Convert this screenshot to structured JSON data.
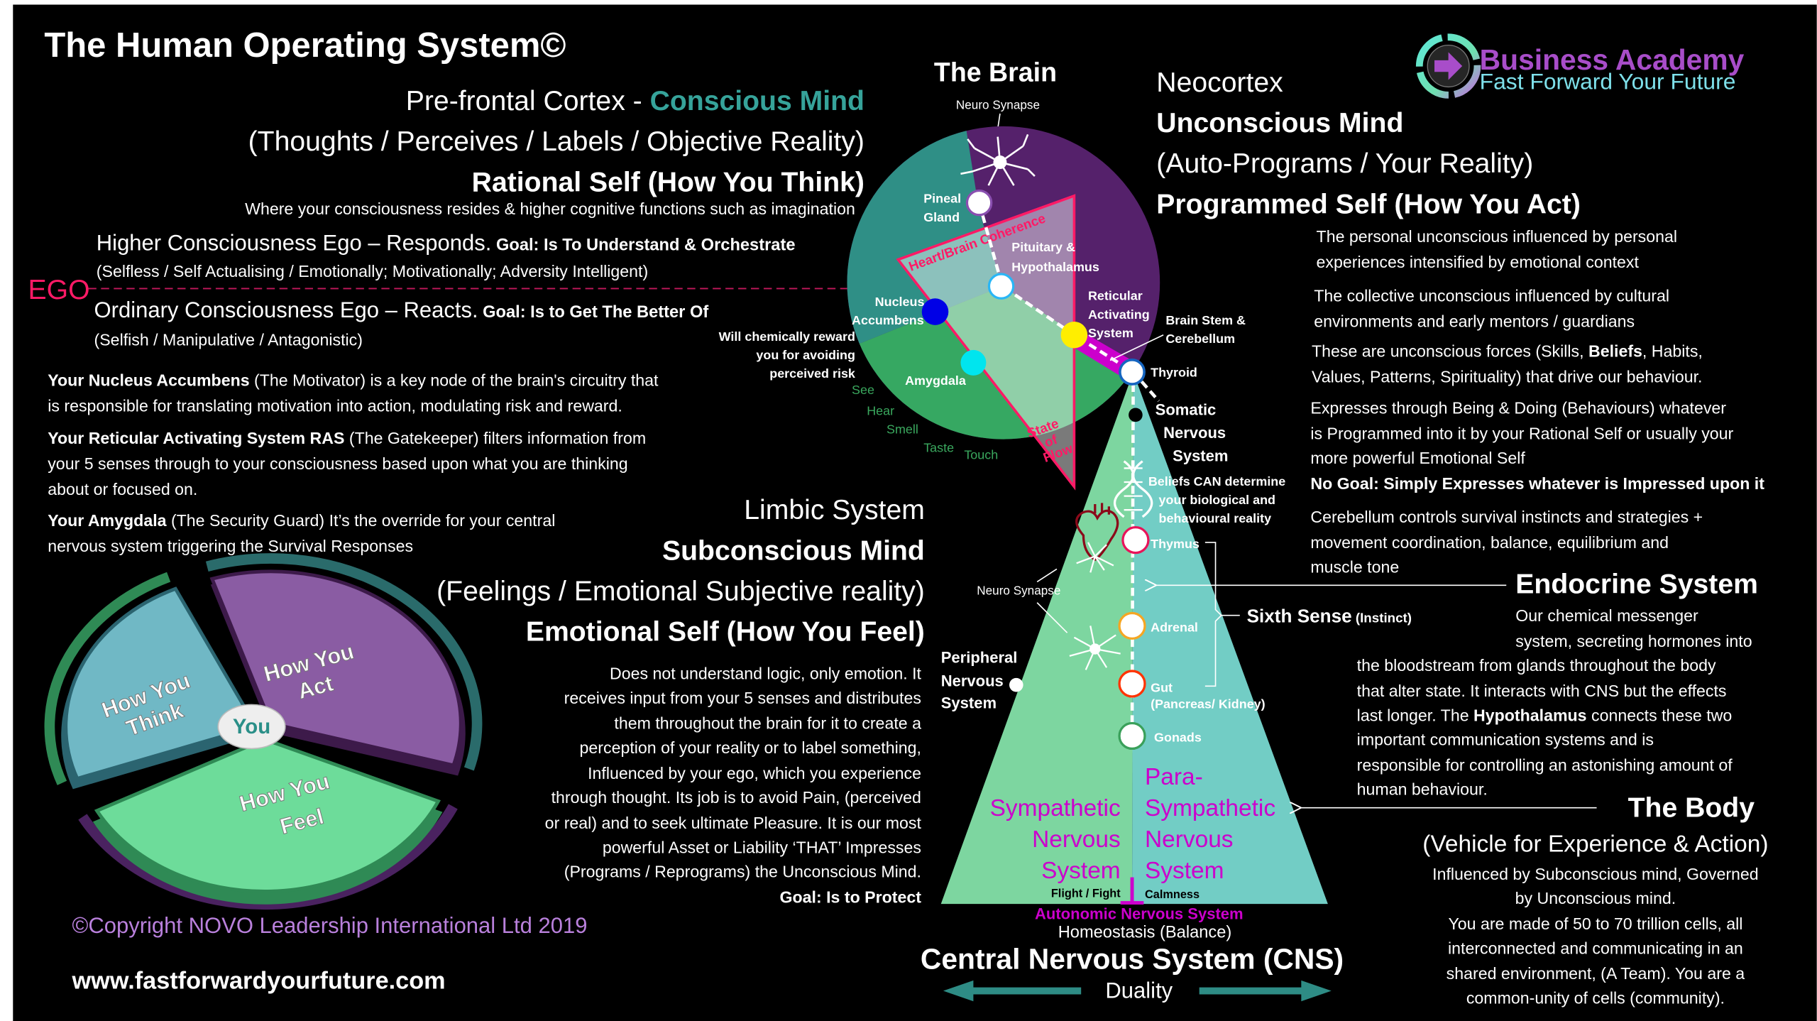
{
  "title": "The Human Operating System©",
  "logo": {
    "name": "Business Academy",
    "tagline": "Fast Forward Your Future",
    "icon": "right-arrow-icon"
  },
  "colors": {
    "background": "#000000",
    "conscious": "#36a39a",
    "unconscious": "#b980dc",
    "subconscious": "#3dbb68",
    "ego": "#ff1a66",
    "autonomic": "#cc00cc"
  },
  "conscious": {
    "prefix": "Pre-frontal Cortex - ",
    "mind": "Conscious Mind",
    "traits": "(Thoughts / Perceives / Labels / Objective Reality)",
    "self": "Rational Self (How You Think)",
    "desc": "Where your consciousness resides & higher cognitive functions such as imagination"
  },
  "ego": {
    "label": "EGO",
    "higher": {
      "title": "Higher Consciousness Ego – Responds.",
      "goal": " Goal: Is To Understand & Orchestrate",
      "traits": "(Selfless / Self Actualising / Emotionally; Motivationally; Adversity Intelligent)"
    },
    "ordinary": {
      "title": "Ordinary Consciousness Ego – Reacts.",
      "goal": " Goal: Is to Get The Better Of",
      "traits": "(Selfish / Manipulative / Antagonistic)"
    }
  },
  "left_paragraphs": [
    {
      "bold": "Your Nucleus Accumbens",
      "lines": [
        " (The Motivator) is a key node of the brain's circuitry that",
        "is responsible for translating motivation into action, modulating risk and reward."
      ]
    },
    {
      "bold": "Your Reticular Activating System  RAS",
      "lines": [
        " (The Gatekeeper) filters information from",
        "your 5 senses through  to your consciousness based upon what you are thinking",
        "about or focused on."
      ]
    },
    {
      "bold": "Your Amygdala",
      "lines": [
        " (The Security Guard) It’s the override for your central",
        "nervous system triggering the  Survival Responses"
      ]
    }
  ],
  "reward_note": [
    "Will chemically reward",
    "you for avoiding",
    "perceived risk"
  ],
  "senses": [
    "See",
    "Hear",
    "Smell",
    "Taste",
    "Touch"
  ],
  "brain": {
    "title": "The Brain",
    "neuro_synapse": "Neuro Synapse",
    "pineal": [
      "Pineal",
      "Gland"
    ],
    "pituitary": [
      "Pituitary &",
      "Hypothalamus"
    ],
    "nucleus": [
      "Nucleus",
      "Accumbens"
    ],
    "ras": [
      "Reticular",
      "Activating",
      "System"
    ],
    "amygdala": "Amygdala",
    "brain_stem": [
      "Brain Stem &",
      "Cerebellum"
    ],
    "coherence": "Heart/Brain Coherence",
    "flow": [
      "State",
      "of",
      "Flow"
    ]
  },
  "cns": {
    "thyroid": "Thyroid",
    "somatic": [
      "Somatic",
      "Nervous",
      "System"
    ],
    "beliefs": [
      "Beliefs CAN determine",
      "your biological and",
      "behavioural reality"
    ],
    "thymus": "Thymus",
    "adrenal": "Adrenal",
    "gut": "Gut",
    "gut_sub": "(Pancreas/ Kidney)",
    "gonads": "Gonads",
    "neuro_synapse": "Neuro Synapse",
    "peripheral": [
      "Peripheral",
      "Nervous",
      "System"
    ],
    "sixth_sense": "Sixth Sense",
    "instinct": " (Instinct)",
    "sympathetic": [
      "Sympathetic",
      "Nervous",
      "System"
    ],
    "parasympathetic": [
      "Para-",
      "Sympathetic",
      "Nervous",
      "System"
    ],
    "flight": "Flight / Fight",
    "calm": "Calmness",
    "autonomic": "Autonomic Nervous System",
    "homeostasis": "Homeostasis (Balance)",
    "title": "Central Nervous System (CNS)",
    "duality": "Duality"
  },
  "unconscious": {
    "heading": "Neocortex",
    "mind": "Unconscious Mind",
    "traits": "(Auto-Programs / Your Reality)",
    "self": "Programmed Self (How You Act)",
    "p1": [
      "The personal unconscious influenced by personal",
      "experiences intensified by emotional context"
    ],
    "p2": [
      "The collective unconscious influenced by cultural",
      "environments and early mentors / guardians"
    ],
    "p3a": "These are unconscious forces (Skills, ",
    "p3b": "Beliefs",
    "p3c": ", Habits,",
    "p3d": "Values, Patterns, Spirituality) that drive our behaviour.",
    "p4": [
      "Expresses through Being & Doing  (Behaviours) whatever",
      "is Programmed into it by your Rational Self or usually your",
      "more powerful Emotional Self"
    ],
    "goal": "No Goal: Simply Expresses whatever is Impressed upon it",
    "p5": [
      "Cerebellum controls survival instincts and strategies +",
      "movement coordination, balance, equilibrium and",
      "muscle tone"
    ]
  },
  "endocrine": {
    "title": "Endocrine System",
    "lines": [
      "Our chemical messenger",
      "system, secreting hormones into",
      "the bloodstream from glands throughout the body",
      "that alter state. It interacts with CNS but the effects"
    ],
    "l5a": "last longer. The ",
    "l5b": "Hypothalamus",
    "l5c": " connects these two",
    "lines2": [
      "important communication systems and is",
      "responsible for controlling an astonishing amount of",
      "human behaviour."
    ]
  },
  "body": {
    "title": "The Body",
    "subtitle": "(Vehicle for Experience & Action)",
    "lines": [
      "Influenced by Subconscious mind, Governed",
      "by Unconscious mind.",
      "You are made of 50 to 70 trillion cells, all",
      "interconnected and communicating in an",
      "shared environment, (A Team). You are a",
      "common-unity of cells (community)."
    ]
  },
  "limbic": {
    "heading": "Limbic System",
    "mind": "Subconscious Mind",
    "traits": "(Feelings / Emotional Subjective reality)",
    "self": "Emotional Self (How You Feel)",
    "lines": [
      "Does not understand logic, only emotion. It",
      "receives input from your 5 senses and distributes",
      "them throughout the brain for it to create a",
      "perception of your reality or to label something,",
      "Influenced by your ego, which you experience",
      "through thought. Its job is to avoid Pain, (perceived",
      "or real)  and to seek ultimate Pleasure. It is our most",
      "powerful Asset or Liability ‘THAT’ Impresses",
      "(Programs / Reprograms) the Unconscious Mind."
    ],
    "goal": "Goal: Is to Protect"
  },
  "pie": {
    "think": [
      "How You",
      "Think"
    ],
    "act": [
      "How You",
      "Act"
    ],
    "feel": [
      "How You",
      "Feel"
    ],
    "center": "You"
  },
  "copyright": "©Copyright NOVO Leadership International Ltd 2019",
  "website": "www.fastforwardyourfuture.com"
}
